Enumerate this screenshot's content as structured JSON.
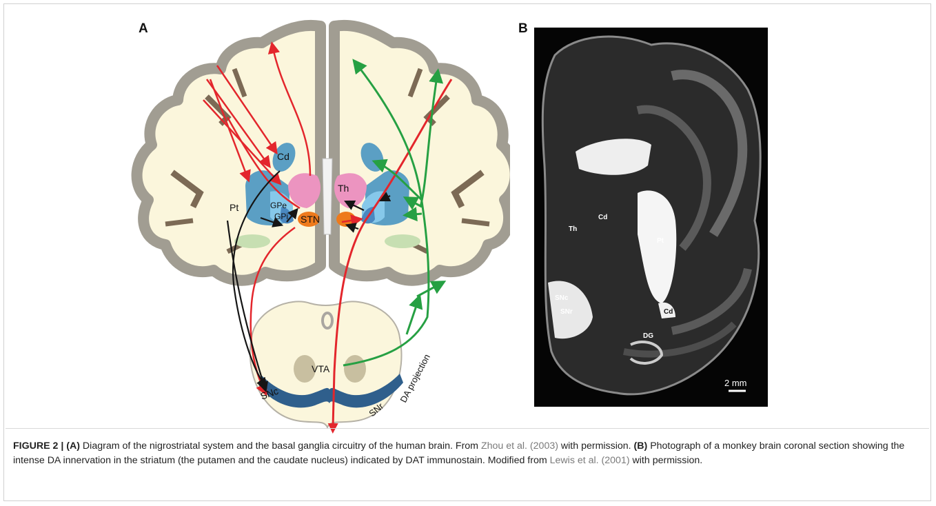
{
  "panel_a": {
    "letter": "A",
    "labels": {
      "cd": "Cd",
      "th": "Th",
      "pt": "Pt",
      "gpe": "GPe",
      "gpi": "GPi",
      "stn": "STN",
      "vta": "VTA",
      "snc": "SNc",
      "snr": "SNr",
      "da_projection": "DA projection"
    }
  },
  "panel_b": {
    "letter": "B",
    "labels": {
      "cd_top": "Cd",
      "th": "Th",
      "pt": "Pt",
      "snc": "SNc",
      "snr": "SNr",
      "cd_bottom": "Cd",
      "dg": "DG",
      "scale": "2 mm"
    }
  },
  "caption": {
    "figure_label": "FIGURE 2 | (A)",
    "text_1": " Diagram of the nigrostriatal system and the basal ganglia circuitry of the human brain. From ",
    "ref_1": "Zhou et al. (2003)",
    "text_2": " with permission. ",
    "label_b": "(B)",
    "text_3": " Photograph of a monkey brain coronal section showing the intense DA innervation in the striatum (the putamen and the caudate nucleus) indicated by DAT immunostain. Modified from ",
    "ref_2": "Lewis et al. (2001)",
    "text_4": " with permission."
  },
  "colors": {
    "cortex": "#a19d92",
    "white_matter": "#fbf6dc",
    "brown": "#7c6a55",
    "striatum": "#5b9fc4",
    "gp": "#86c8ea",
    "thalamus": "#ec94c0",
    "stn": "#ee7a1c",
    "sn": "#2f5f8c",
    "red_arrow": "#e3262c",
    "green_arrow": "#26a043",
    "black_arrow": "#151515",
    "green_patch": "#c7dfb2"
  }
}
